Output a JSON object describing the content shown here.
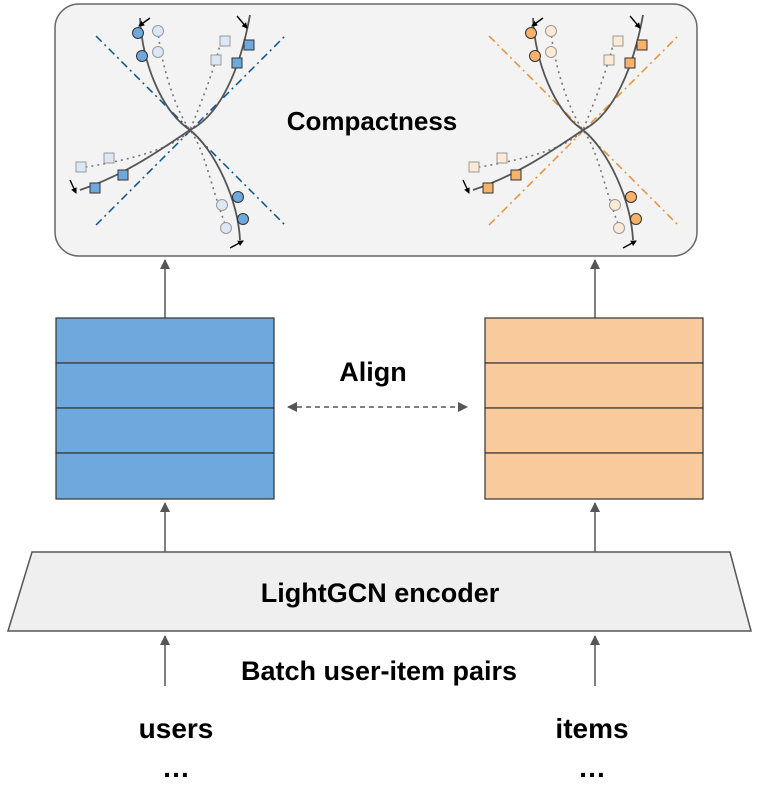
{
  "labels": {
    "compactness": "Compactness",
    "align": "Align",
    "encoder": "LightGCN encoder",
    "batch": "Batch user-item pairs",
    "users": "users",
    "items": "items",
    "users_ellipsis": "…",
    "items_ellipsis": "…"
  },
  "colors": {
    "user_fill": "#6fa8dc",
    "user_dark": "#3d85c6",
    "user_axis": "#0b5394",
    "item_fill": "#f9cb9c",
    "item_dark": "#f6b26b",
    "item_axis": "#e69138",
    "panel_fill": "#f3f3f3",
    "encoder_fill": "#efefef"
  },
  "icons": {
    "users_arrow": "arrow-up-icon",
    "items_arrow": "arrow-up-icon",
    "align_arrow": "double-arrow-icon"
  },
  "embedding_rows": 4
}
